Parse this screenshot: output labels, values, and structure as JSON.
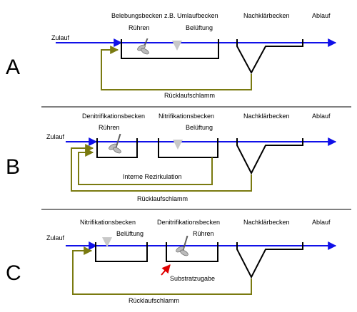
{
  "colors": {
    "flow": "#1010e8",
    "return": "#7a7a10",
    "line": "#000000",
    "aerator": "#c8c8c8",
    "substrate_arrow": "#e00000",
    "divider": "#000000"
  },
  "sections": [
    {
      "letter": "A",
      "labels": {
        "basin_title": "Belebungsbecken z.B. Umlaufbecken",
        "clarifier": "Nachklärbecken",
        "outflow": "Ablauf",
        "inflow": "Zulauf",
        "stirring": "Rühren",
        "aeration": "Belüftung",
        "return_sludge": "Rücklaufschlamm"
      }
    },
    {
      "letter": "B",
      "labels": {
        "denitrification": "Denitrifikationsbecken",
        "nitrification": "Nitrifikationsbecken",
        "clarifier": "Nachklärbecken",
        "outflow": "Ablauf",
        "inflow": "Zulauf",
        "stirring": "Rühren",
        "aeration": "Belüftung",
        "internal_recirculation": "Interne Rezirkulation",
        "return_sludge": "Rücklaufschlamm"
      }
    },
    {
      "letter": "C",
      "labels": {
        "nitrification": "Nitrifikationsbecken",
        "denitrification": "Denitrifikationsbecken",
        "clarifier": "Nachklärbecken",
        "outflow": "Ablauf",
        "inflow": "Zulauf",
        "aeration": "Belüftung",
        "stirring": "Rühren",
        "substrate_dosing": "Substratzugabe",
        "return_sludge": "Rücklaufschlamm"
      }
    }
  ]
}
